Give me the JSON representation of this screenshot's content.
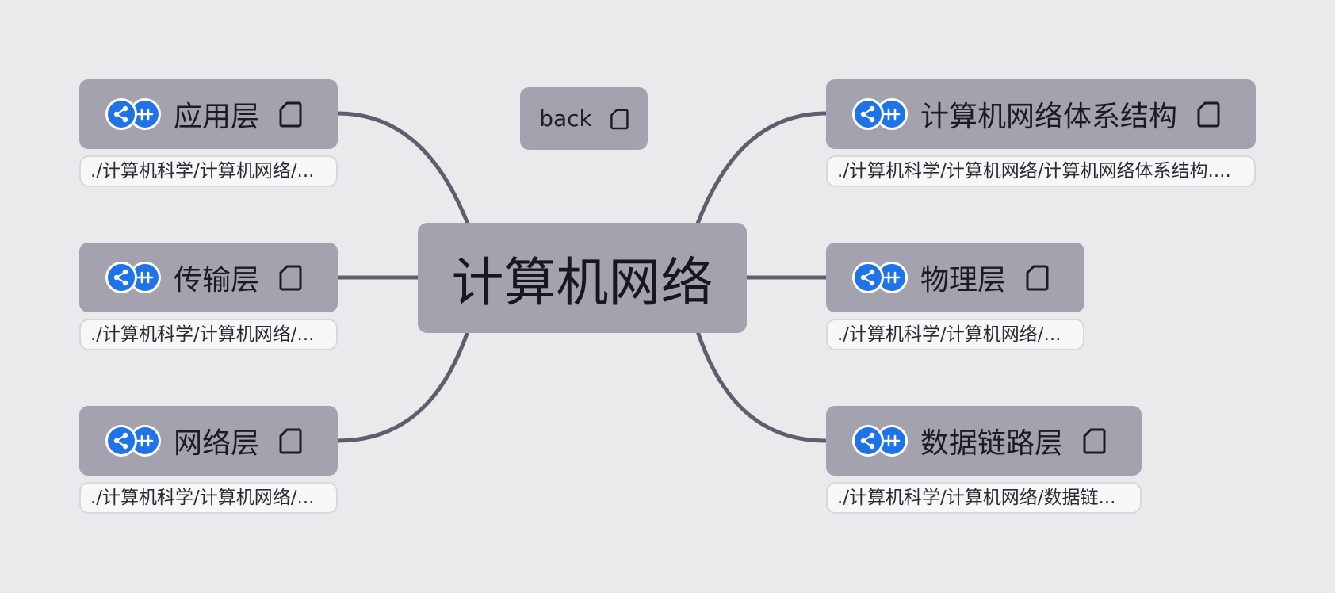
{
  "center": {
    "label": "计算机网络"
  },
  "back": {
    "label": "back"
  },
  "topics": [
    {
      "id": "app",
      "label": "应用层",
      "path": "./计算机科学/计算机网络/..."
    },
    {
      "id": "transport",
      "label": "传输层",
      "path": "./计算机科学/计算机网络/..."
    },
    {
      "id": "network",
      "label": "网络层",
      "path": "./计算机科学/计算机网络/..."
    },
    {
      "id": "arch",
      "label": "计算机网络体系结构",
      "path": "./计算机科学/计算机网络/计算机网络体系结构...."
    },
    {
      "id": "physical",
      "label": "物理层",
      "path": "./计算机科学/计算机网络/..."
    },
    {
      "id": "datalink",
      "label": "数据链路层",
      "path": "./计算机科学/计算机网络/数据链..."
    }
  ],
  "colors": {
    "background": "#eaeaec",
    "node": "#a3a2ae",
    "connector": "#5f5d6e",
    "badge": "#1f73e8",
    "pill": "#f7f7f8"
  },
  "icons": {
    "share": "share-icon",
    "link": "link-icon",
    "note": "note-icon"
  }
}
